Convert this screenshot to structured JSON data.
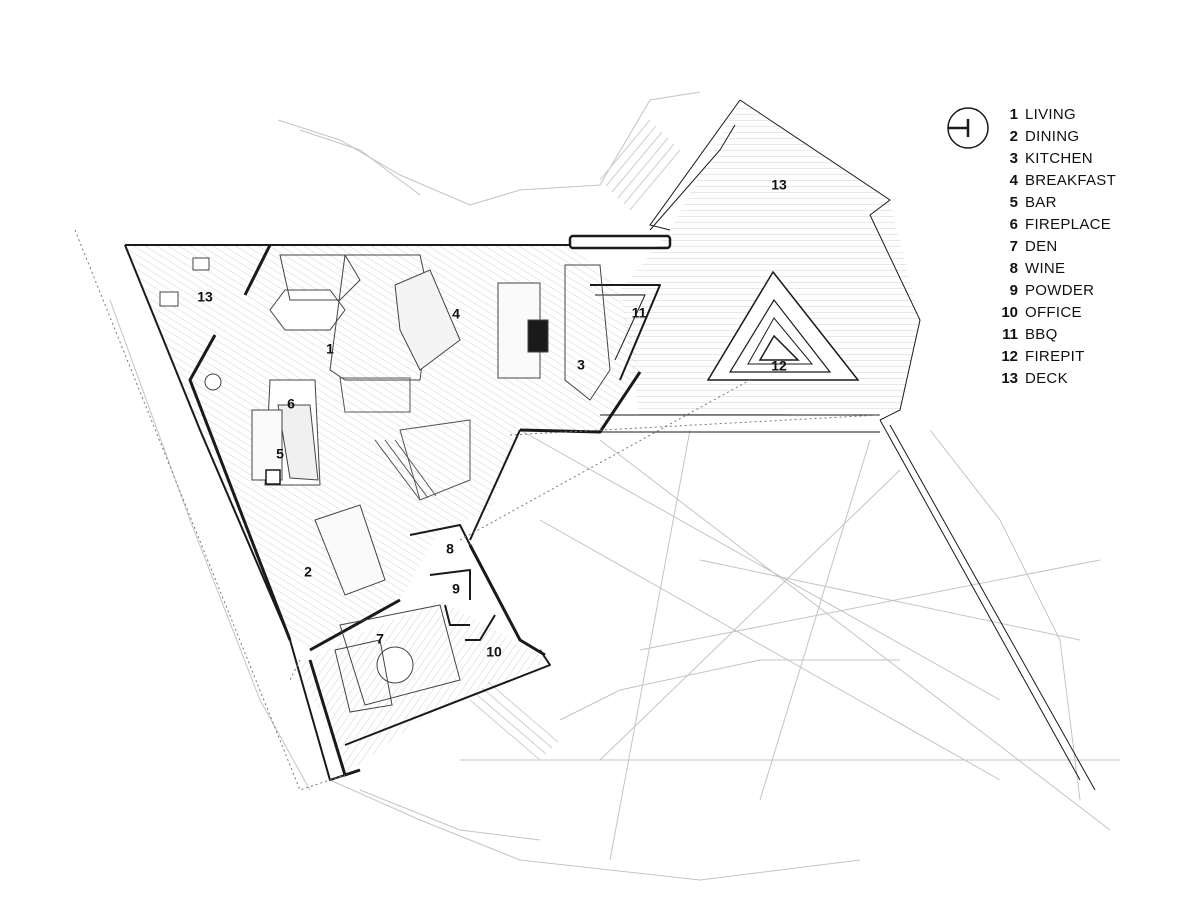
{
  "rooms": [
    {
      "number": "1",
      "name": "LIVING"
    },
    {
      "number": "2",
      "name": "DINING"
    },
    {
      "number": "3",
      "name": "KITCHEN"
    },
    {
      "number": "4",
      "name": "BREAKFAST"
    },
    {
      "number": "5",
      "name": "BAR"
    },
    {
      "number": "6",
      "name": "FIREPLACE"
    },
    {
      "number": "7",
      "name": "DEN"
    },
    {
      "number": "8",
      "name": "WINE"
    },
    {
      "number": "9",
      "name": "POWDER"
    },
    {
      "number": "10",
      "name": "OFFICE"
    },
    {
      "number": "11",
      "name": "BBQ"
    },
    {
      "number": "12",
      "name": "FIREPIT"
    },
    {
      "number": "13",
      "name": "DECK"
    }
  ],
  "plan_labels": [
    "13",
    "1",
    "4",
    "3",
    "11",
    "12",
    "13",
    "6",
    "5",
    "2",
    "8",
    "9",
    "7",
    "10"
  ],
  "colors": {
    "line": "#1a1a1a",
    "light_line": "#bdbdbd",
    "hatch": "#d6d6d6",
    "background": "#ffffff"
  }
}
